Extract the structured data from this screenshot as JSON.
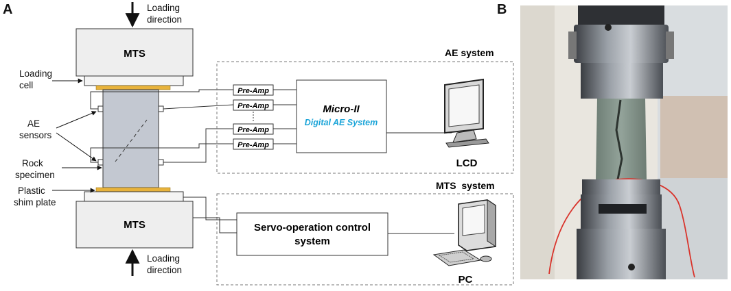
{
  "panels": {
    "a_label": "A",
    "b_label": "B"
  },
  "loading": {
    "top_line1": "Loading",
    "top_line2": "direction",
    "bottom_line1": "Loading",
    "bottom_line2": "direction"
  },
  "mts": {
    "top": "MTS",
    "bottom": "MTS"
  },
  "left_labels": {
    "loading_cell_1": "Loading",
    "loading_cell_2": "cell",
    "ae_sensors_1": "AE",
    "ae_sensors_2": "sensors",
    "rock_1": "Rock",
    "rock_2": "specimen",
    "shim_1": "Plastic",
    "shim_2": "shim plate"
  },
  "ae_system": {
    "title": "AE system",
    "preamp": "Pre-Amp",
    "micro_title": "Micro-II",
    "micro_subtitle": "Digital AE System",
    "monitor": "LCD"
  },
  "mts_system": {
    "title": "MTS  system",
    "servo_line1": "Servo-operation control",
    "servo_line2": "system",
    "computer": "PC"
  },
  "colors": {
    "accent_text": "#1aa4d8",
    "shim": "#e8b33c",
    "specimen": "#c3c8d1",
    "box_fill": "#eeeeee"
  }
}
